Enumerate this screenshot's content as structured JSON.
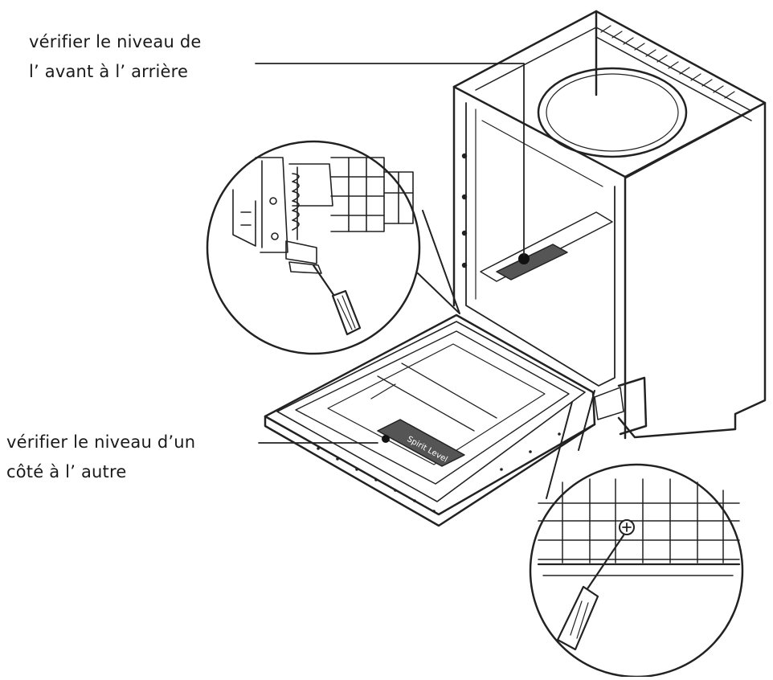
{
  "annotations": {
    "front_to_back": {
      "line1": "vérifier le niveau de",
      "line2": "l’ avant à l’ arrière"
    },
    "side_to_side": {
      "line1": "vérifier le niveau d’un",
      "line2": "côté à l’ autre"
    }
  },
  "spirit_level_text": "Spirit Level",
  "colors": {
    "stroke": "#222222",
    "level": "#555555",
    "background": "#ffffff"
  }
}
